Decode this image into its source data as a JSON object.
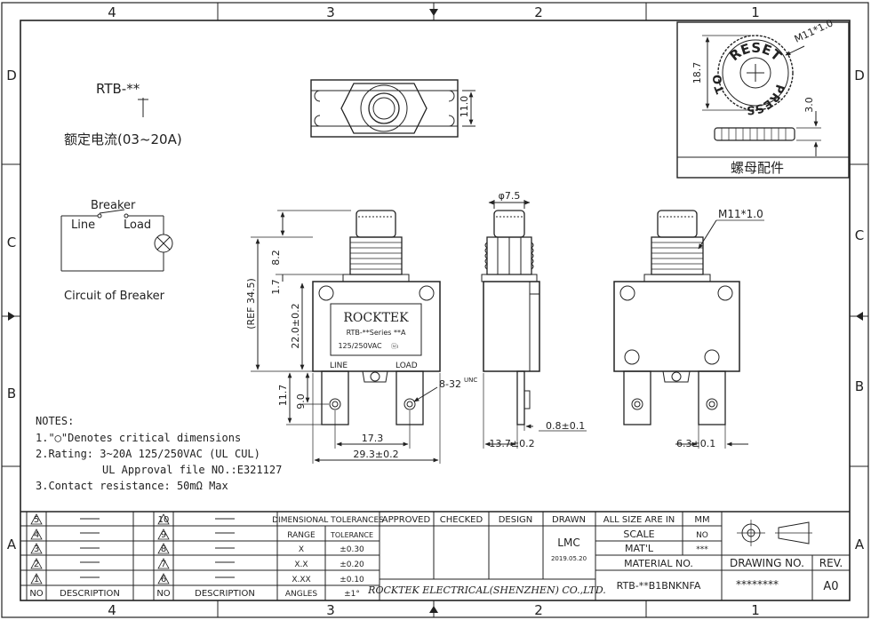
{
  "frame": {
    "zones_top": [
      "4",
      "3",
      "2",
      "1"
    ],
    "zones_bottom": [
      "4",
      "3",
      "2",
      "1"
    ],
    "zones_left": [
      "D",
      "C",
      "B",
      "A"
    ],
    "zones_right": [
      "D",
      "C",
      "B",
      "A"
    ]
  },
  "title_block_top": {
    "model": "RTB-**",
    "rating_cn": "额定电流(03~20A)"
  },
  "circuit": {
    "breaker_label": "Breaker",
    "line_label": "Line",
    "load_label": "Load",
    "caption": "Circuit of Breaker"
  },
  "nut_detail": {
    "reset_text": "RESET",
    "to_text": "TO",
    "press_text": "PRESS",
    "thread": "M11*1.0",
    "dim_height": "18.7",
    "dim_thick": "3.0",
    "caption": "螺母配件"
  },
  "views": {
    "top_dim": "11.0",
    "front": {
      "brand": "ROCKTEK",
      "series": "RTB-**Series  **A",
      "voltage": "125/250VAC",
      "terminal_left": "LINE",
      "terminal_right": "LOAD",
      "dim_ref": "(REF 34.5)",
      "dim_8_2": "8.2",
      "dim_1_7": "1.7",
      "dim_22": "22.0±0.2",
      "dim_11_7": "11.7",
      "dim_9": "9.0",
      "dim_17_3": "17.3",
      "dim_29_3": "29.3±0.2",
      "dim_thread_note": "8-32"
    },
    "side": {
      "dim_dia": "φ7.5",
      "dim_13_7": "13.7±0.2",
      "dim_0_8": "0.8±0.1"
    },
    "rear": {
      "thread": "M11*1.0",
      "dim_6_3": "6.3±0.1"
    }
  },
  "notes": {
    "heading": "NOTES:",
    "note1": "1.\"◯\"Denotes critical dimensions",
    "note2a": "2.Rating: 3~20A 125/250VAC (UL CUL)",
    "note2b": "UL Approval file NO.:E321127",
    "note3": "3.Contact resistance: 50mΩ  Max"
  },
  "revision_table": {
    "left_rows": [
      "5",
      "4",
      "3",
      "2",
      "1"
    ],
    "right_rows": [
      "10",
      "9",
      "8",
      "7",
      "6"
    ],
    "no_header": "NO",
    "desc_header": "DESCRIPTION"
  },
  "tolerances": {
    "title": "DIMENSIONAL TOLERANCES",
    "range_header": "RANGE",
    "tol_header": "TOLERANCE",
    "rows": [
      {
        "range": "X",
        "tol": "±0.30"
      },
      {
        "range": "X.X",
        "tol": "±0.20"
      },
      {
        "range": "X.XX",
        "tol": "±0.10"
      },
      {
        "range": "ANGLES",
        "tol": "±1°"
      }
    ]
  },
  "approvals": {
    "approved": "APPROVED",
    "checked": "CHECKED",
    "design": "DESIGN",
    "drawn": "DRAWN",
    "drawn_by": "LMC",
    "drawn_date": "2019.05.20",
    "company": "ROCKTEK ELECTRICAL(SHENZHEN) CO.,LTD."
  },
  "info": {
    "all_size": "ALL SIZE ARE IN",
    "unit": "MM",
    "scale_label": "SCALE",
    "scale_val": "NO",
    "matl_label": "MAT'L",
    "matl_val": "***",
    "material_no_label": "MATERIAL NO.",
    "material_no": "RTB-**B1BNKNFA",
    "drawing_no_label": "DRAWING NO.",
    "drawing_no": "********",
    "rev_label": "REV.",
    "rev": "A0"
  }
}
